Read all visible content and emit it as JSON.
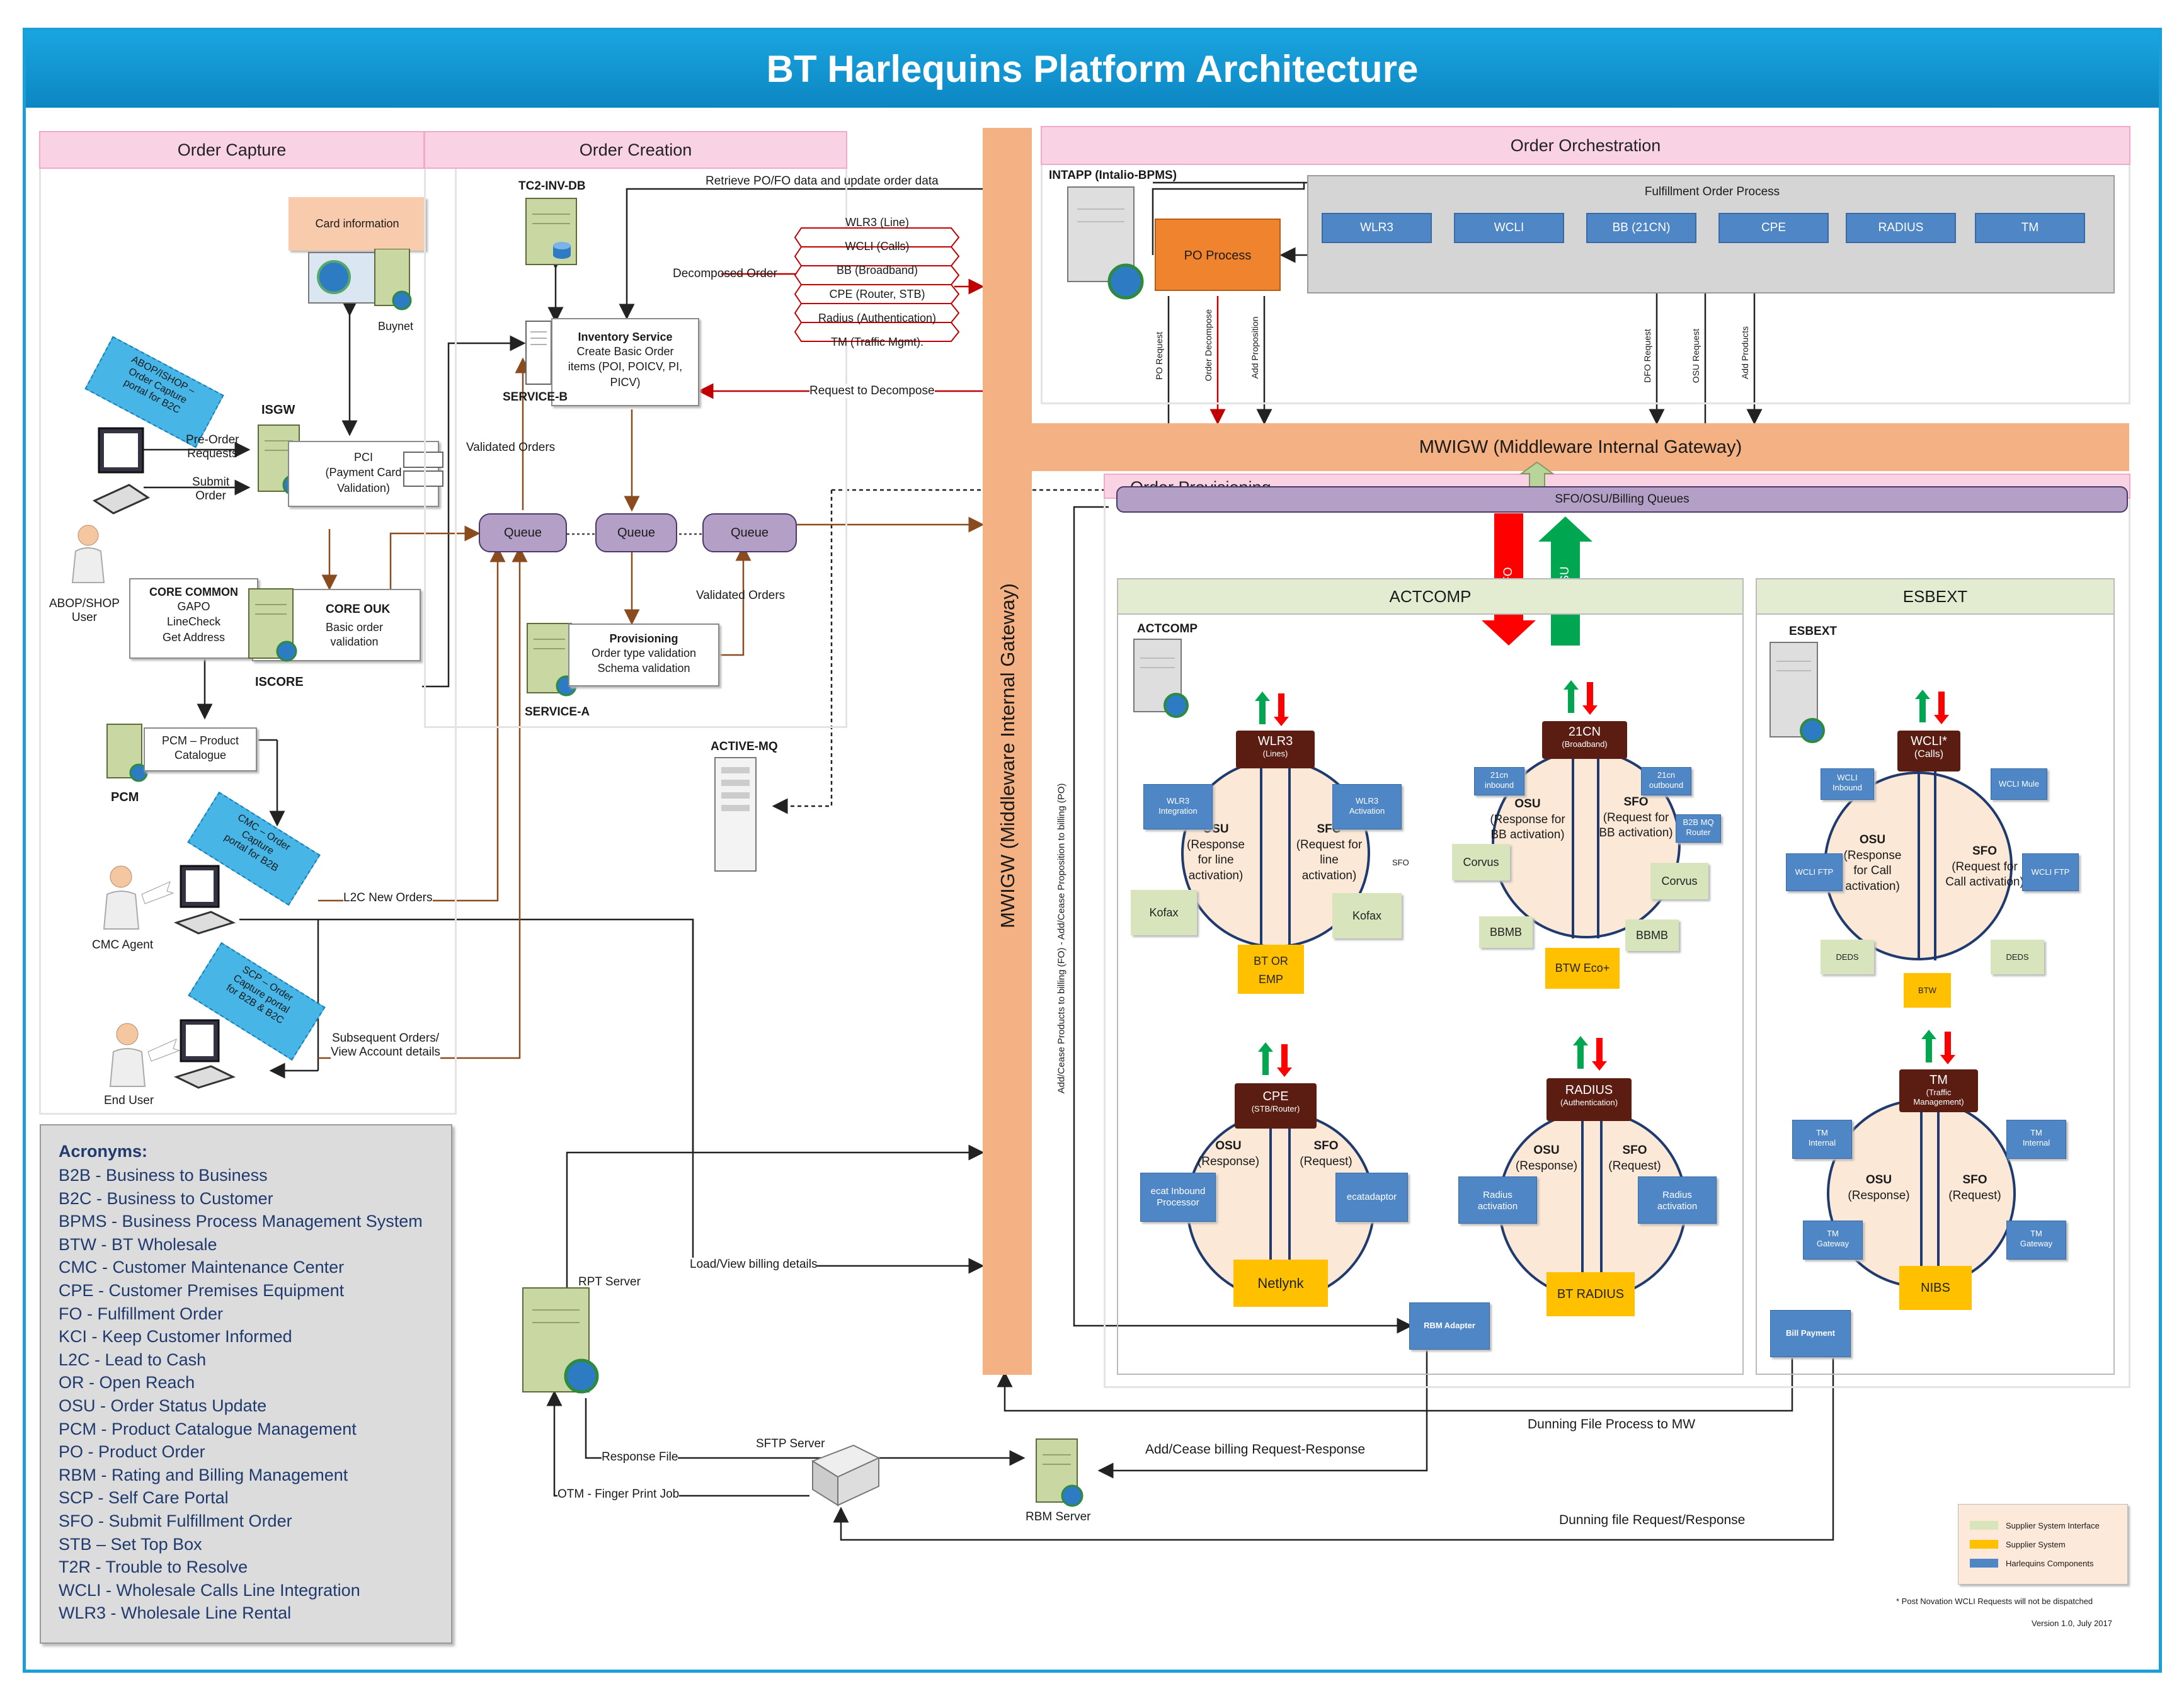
{
  "title": "BT Harlequins Platform Architecture",
  "sections": {
    "order_capture": "Order Capture",
    "order_creation": "Order Creation",
    "order_orchestration": "Order Orchestration",
    "order_provisioning": "Order Provisioning",
    "actcomp": "ACTCOMP",
    "esbext": "ESBEXT"
  },
  "order_capture": {
    "card_information": "Card information",
    "buynet": "Buynet",
    "isgw": "ISGW",
    "pci": "PCI\n(Payment Card\nValidation)",
    "pre_order": "Pre-Order\nRequests",
    "submit_order": "Submit\nOrder",
    "abop_user": "ABOP/SHOP\nUser",
    "abop_tag": "ABOP/ISHOP –\nOrder Capture\nportal for B2C",
    "core_common": "CORE COMMON",
    "core_common_items": "GAPO\nLineCheck\nGet Address",
    "core_ouk": "CORE OUK",
    "core_ouk_desc": "Basic order\nvalidation",
    "iscore": "ISCORE",
    "pcm_box": "PCM – Product\nCatalogue",
    "pcm": "PCM",
    "cmc_tag": "CMC – Order\nCapture\nportal for B2B",
    "cmc_agent": "CMC Agent",
    "scp_tag": "SCP – Order\nCapture portal\nfor B2B & B2C",
    "end_user": "End User",
    "l2c": "L2C New Orders",
    "subsequent": "Subsequent Orders/\nView Account details"
  },
  "order_creation": {
    "tc2": "TC2-INV-DB",
    "inventory_title": "Inventory Service",
    "inventory_desc": "Create Basic Order\nitems (POI, POICV, PI,\nPICV)",
    "service_b": "SERVICE-B",
    "validated_orders": "Validated Orders",
    "queue": "Queue",
    "provisioning_title": "Provisioning",
    "provisioning_desc": "Order type validation\nSchema validation",
    "service_a": "SERVICE-A",
    "validated_orders_2": "Validated Orders",
    "active_mq": "ACTIVE-MQ",
    "retrieve": "Retrieve PO/FO data and update order data",
    "decomposed": "Decomposed Order",
    "request_decompose": "Request to Decompose",
    "products": [
      "WLR3 (Line)",
      "WCLI (Calls)",
      "BB (Broadband)",
      "CPE (Router, STB)",
      "Radius (Authentication)",
      "TM (Traffic Mgmt)."
    ]
  },
  "orchestration": {
    "intapp": "INTAPP (Intalio-BPMS)",
    "po_process": "PO Process",
    "fulfillment": "Fulfillment Order Process",
    "fo_items": [
      "WLR3",
      "WCLI",
      "BB (21CN)",
      "CPE",
      "RADIUS",
      "TM"
    ],
    "po_request": "PO Request",
    "order_decompose": "Order Decompose",
    "add_proposition": "Add Proposition",
    "dfo_request": "DFO Request",
    "osu_request": "OSU Request",
    "add_products": "Add Products"
  },
  "mwigw_h": "MWIGW (Middleware Internal Gateway)",
  "mwigw_v": "MWIGW (Middleware Internal Gateway)",
  "queues_bar": "SFO/OSU/Billing Queues",
  "sfo": "SFO",
  "osu": "OSU",
  "vertical_billing": "Add/Cease Products to billing (FO) - Add/Cease Proposition to billing (PO)",
  "actcomp_server": "ACTCOMP",
  "esbext_server": "ESBEXT",
  "wlr3": {
    "title": "WLR3",
    "sub": "(Lines)",
    "osu": "OSU",
    "osu_d": "(Response\nfor line\nactivation)",
    "sfo": "SFO",
    "sfo_d": "(Request for\nline\nactivation)",
    "left_blue": "WLR3\nIntegration",
    "right_blue": "WLR3\nActivation",
    "left_green": "Kofax",
    "right_green": "Kofax",
    "yellow": "BT OR\nEMP",
    "sfo_small": "SFO"
  },
  "bb21cn": {
    "title": "21CN",
    "sub": "(Broadband)",
    "osu": "OSU",
    "osu_d": "(Response for\nBB activation)",
    "sfo": "SFO",
    "sfo_d": "(Request for\nBB activation)",
    "left_blue": "21cn\ninbound",
    "right_blue": "21cn\noutbound",
    "right_blue2": "B2B MQ\nRouter",
    "left_green": "Corvus",
    "right_green": "Corvus",
    "left_green2": "BBMB",
    "right_green2": "BBMB",
    "yellow": "BTW Eco+"
  },
  "wcli": {
    "title": "WCLI*",
    "sub": "(Calls)",
    "osu": "OSU",
    "osu_d": "(Response\nfor Call\nactivation)",
    "sfo": "SFO",
    "sfo_d": "(Request for\nCall activation)",
    "left_blue": "WCLI\nInbound",
    "right_blue": "WCLI Mule",
    "left_blue2": "WCLI FTP",
    "right_blue2": "WCLI FTP",
    "left_green": "DEDS",
    "right_green": "DEDS",
    "yellow": "BTW"
  },
  "cpe": {
    "title": "CPE",
    "sub": "(STB/Router)",
    "osu": "OSU",
    "osu_d": "(Response)",
    "sfo": "SFO",
    "sfo_d": "(Request)",
    "left_blue": "ecat Inbound\nProcessor",
    "right_blue": "ecatadaptor",
    "yellow": "Netlynk"
  },
  "radius": {
    "title": "RADIUS",
    "sub": "(Authentication)",
    "osu": "OSU",
    "osu_d": "(Response)",
    "sfo": "SFO",
    "sfo_d": "(Request)",
    "left_blue": "Radius\nactivation",
    "right_blue": "Radius\nactivation",
    "yellow": "BT RADIUS"
  },
  "tm": {
    "title": "TM",
    "sub": "(Traffic\nManagement)",
    "osu": "OSU",
    "osu_d": "(Response)",
    "sfo": "SFO",
    "sfo_d": "(Request)",
    "left_blue": "TM\nInternal",
    "right_blue": "TM\nInternal",
    "left_blue2": "TM\nGateway",
    "right_blue2": "TM\nGateway",
    "yellow": "NIBS"
  },
  "rbm_adapter": "RBM Adapter",
  "bill_payment": "Bill Payment",
  "rpt_server": "RPT Server",
  "rbm_server": "RBM Server",
  "sftp_server": "SFTP Server",
  "load_view": "Load/View billing details",
  "response_file": "Response File",
  "otm": "OTM - Finger Print Job",
  "add_cease": "Add/Cease billing Request-Response",
  "dunning_process": "Dunning File Process to MW",
  "dunning_request": "Dunning file Request/Response",
  "acronyms": {
    "title": "Acronyms:",
    "items": [
      "B2B - Business to Business",
      "B2C - Business to Customer",
      "BPMS - Business Process Management System",
      "BTW - BT Wholesale",
      "CMC - Customer Maintenance Center",
      "CPE - Customer Premises Equipment",
      "FO - Fulfillment Order",
      "KCI - Keep Customer Informed",
      "L2C - Lead to Cash",
      "OR - Open Reach",
      "OSU - Order Status Update",
      "PCM - Product Catalogue Management",
      "PO - Product Order",
      "RBM - Rating and Billing Management",
      "SCP - Self Care Portal",
      "SFO - Submit Fulfillment Order",
      "STB – Set Top Box",
      "T2R - Trouble to Resolve",
      "WCLI - Wholesale Calls Line Integration",
      "WLR3 - Wholesale Line Rental"
    ]
  },
  "legend": {
    "items": [
      {
        "label": "Supplier System Interface",
        "color": "#d7e4bc"
      },
      {
        "label": "Supplier System",
        "color": "#ffc000"
      },
      {
        "label": "Harlequins Components",
        "color": "#4f86c6"
      }
    ]
  },
  "footnote": "*  Post Novation WCLI Requests will not be dispatched",
  "version": "Version 1.0, July 2017",
  "colors": {
    "title_bar": "#1aa5e0",
    "mwigw": "#f4b183",
    "section_header": "#f9d3e3",
    "fo_blue": "#4f86c6"
  }
}
